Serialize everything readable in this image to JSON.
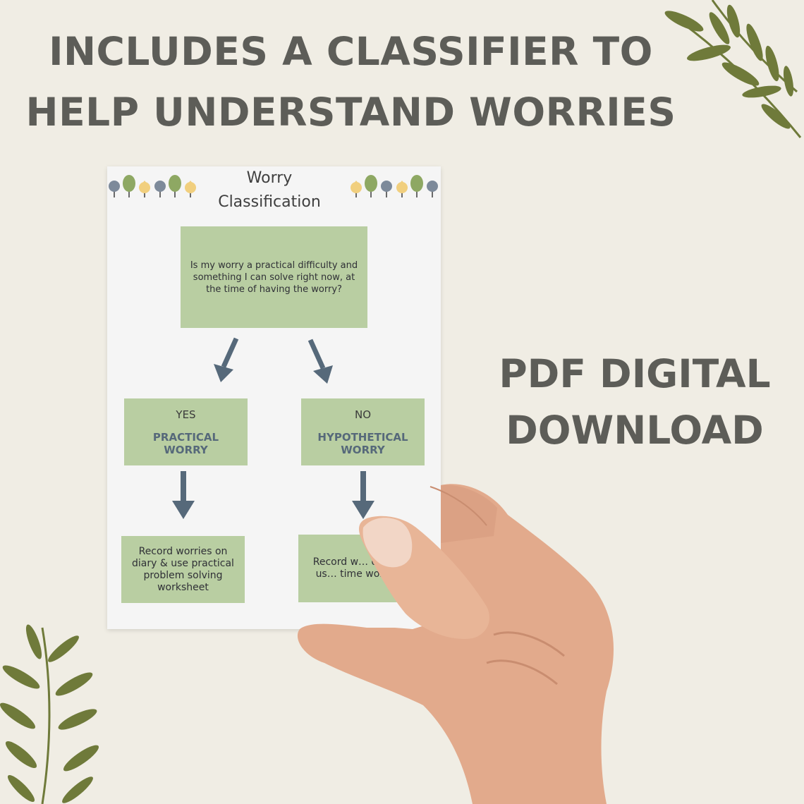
{
  "headline": {
    "line1": "INCLUDES A CLASSIFIER TO",
    "line2": "HELP UNDERSTAND WORRIES"
  },
  "side_text": {
    "line1": "PDF DIGITAL",
    "line2": "DOWNLOAD"
  },
  "card": {
    "title_line1": "Worry",
    "title_line2": "Classification",
    "question": "Is my worry a practical difficulty and something I can solve right now, at the time of having the worry?",
    "yes": {
      "answer": "YES",
      "type_line1": "PRACTICAL",
      "type_line2": "WORRY",
      "result": "Record worries on diary & use practical problem solving worksheet"
    },
    "no": {
      "answer": "NO",
      "type_line1": "HYPOTHETICAL",
      "type_line2": "WORRY",
      "result_visible": "Record w… diary & us… time works…"
    }
  },
  "colors": {
    "background": "#f0ede4",
    "headline_text": "#5d5d58",
    "box_green": "#b9cea2",
    "arrow_slate": "#56697a",
    "leaf_olive": "#6f7a3a",
    "skin": "#e2aa8c"
  }
}
